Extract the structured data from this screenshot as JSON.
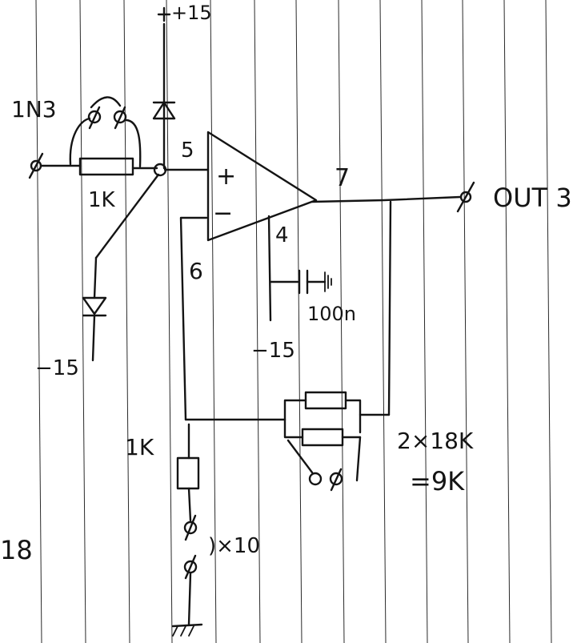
{
  "page": {
    "description_free": true
  },
  "supply": {
    "positive_label": "+15",
    "negative_label_left": "−15",
    "negative_label_pin4": "−15"
  },
  "input": {
    "label": "1N3",
    "resistor_label": "1K"
  },
  "opamp": {
    "pin_noninverting": "5",
    "pin_inverting": "6",
    "pin_output": "7",
    "pin_supply": "4",
    "plus_sign": "+",
    "minus_sign": "−"
  },
  "output": {
    "label": "OUT 3"
  },
  "decoupling": {
    "cap_label": "100n"
  },
  "feedback": {
    "combo_label": "2×18K",
    "equals_label": "=9K"
  },
  "ground_leg": {
    "resistor_label": "1K",
    "gain_label": ")×10"
  },
  "margin_note": {
    "text": "18"
  }
}
